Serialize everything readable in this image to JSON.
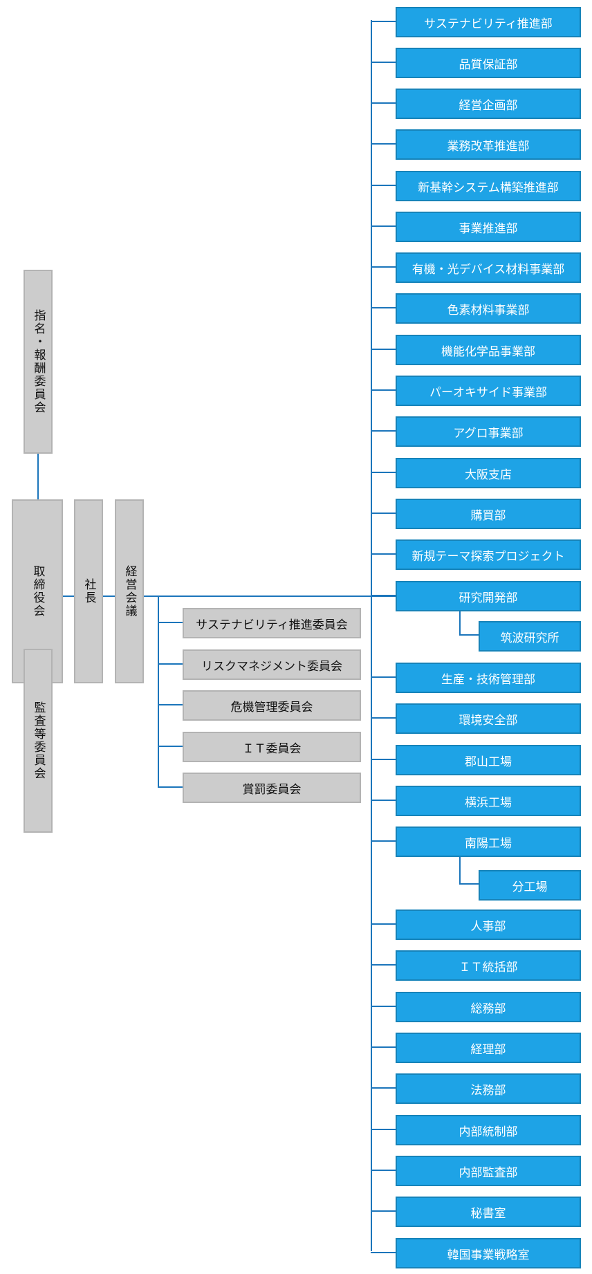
{
  "colors": {
    "line": "#1b75bb",
    "dept_fill": "#1ea3e6",
    "gray_fill": "#cccccc"
  },
  "governance": {
    "nomination": "指名・報酬委員会",
    "board": "取締役会",
    "audit": "監査等委員会",
    "president": "社長",
    "mgmt_council": "経営会議"
  },
  "committees": [
    "サステナビリティ推進委員会",
    "リスクマネジメント委員会",
    "危機管理委員会",
    "ＩＴ委員会",
    "賞罰委員会"
  ],
  "departments": [
    "サステナビリティ推進部",
    "品質保証部",
    "経営企画部",
    "業務改革推進部",
    "新基幹システム構築推進部",
    "事業推進部",
    "有機・光デバイス材料事業部",
    "色素材料事業部",
    "機能化学品事業部",
    "パーオキサイド事業部",
    "アグロ事業部",
    "大阪支店",
    "購買部",
    "新規テーマ探索プロジェクト",
    "研究開発部",
    "生産・技術管理部",
    "環境安全部",
    "郡山工場",
    "横浜工場",
    "南陽工場",
    "人事部",
    "ＩＴ統括部",
    "総務部",
    "経理部",
    "法務部",
    "内部統制部",
    "内部監査部",
    "秘書室",
    "韓国事業戦略室"
  ],
  "sub_units": {
    "research_lab": "筑波研究所",
    "branch_plant": "分工場"
  }
}
